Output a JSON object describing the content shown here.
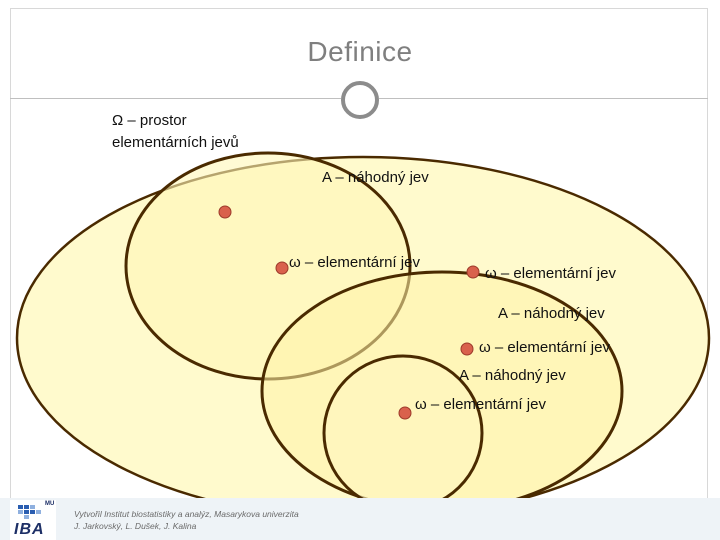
{
  "slide": {
    "title": "Definice"
  },
  "labels": {
    "omega_space": "Ω – prostor elementárních jevů",
    "event_a1": "A – náhodný jev",
    "elem_1": "ω – elementární jev",
    "elem_2": "ω – elementární jev",
    "event_a2": "A – náhodný jev",
    "elem_3": "ω – elementární jev",
    "event_a3": "A – náhodný jev",
    "elem_4": "ω – elementární jev"
  },
  "footer": {
    "logo": "IBA",
    "logo_badge": "MU",
    "credit_line1": "Vytvořil Institut biostatistiky a analýz, Masarykova univerzita",
    "credit_line2": "J. Jarkovský, L. Dušek, J. Kalina"
  },
  "colors": {
    "ellipse_fill": "#fffacd",
    "ellipse_stroke": "#4a2a00",
    "dot_fill": "#d9614c",
    "dot_stroke": "#9c3a2a",
    "title": "#7f7f7f"
  }
}
